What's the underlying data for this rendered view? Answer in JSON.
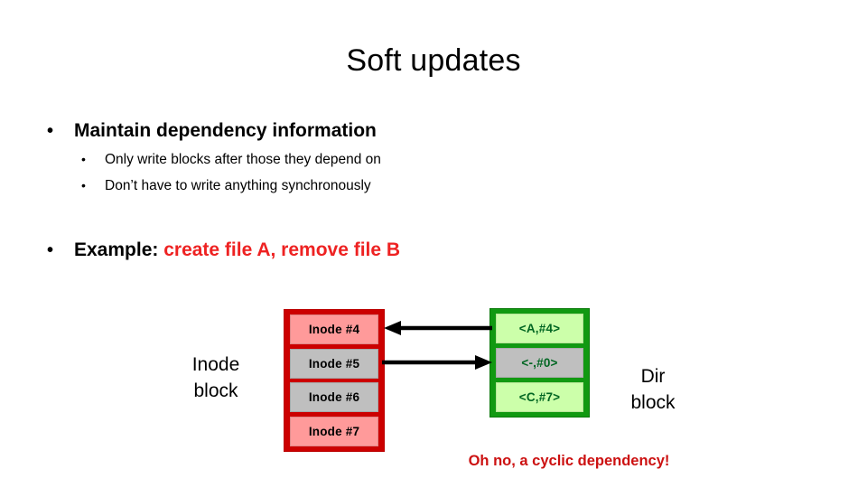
{
  "slide": {
    "title": "Soft updates"
  },
  "bullets": {
    "level1_main": {
      "marker": "•",
      "text": "Maintain dependency information"
    },
    "level2": [
      {
        "marker": "•",
        "text": "Only write blocks after those they depend on"
      },
      {
        "marker": "•",
        "text": "Don’t have to write anything synchronously"
      }
    ],
    "example": {
      "marker": "•",
      "label": "Example:",
      "highlight": "create file A, remove file B"
    }
  },
  "diagram": {
    "inode_block": {
      "label_line1": "Inode",
      "label_line2": "block",
      "cells": [
        {
          "text": "Inode #4",
          "fill": "pink"
        },
        {
          "text": "Inode #5",
          "fill": "gray"
        },
        {
          "text": "Inode #6",
          "fill": "gray"
        },
        {
          "text": "Inode #7",
          "fill": "pink"
        }
      ]
    },
    "dir_block": {
      "label_line1": "Dir",
      "label_line2": "block",
      "cells": [
        {
          "text": "<A,#4>",
          "fill": "light-green"
        },
        {
          "text": "<-,#0>",
          "fill": "gray"
        },
        {
          "text": "<C,#7>",
          "fill": "light-green"
        }
      ]
    },
    "arrows": [
      {
        "name": "arrow-dir-to-inode4",
        "direction": "left",
        "from": "<A,#4>",
        "to": "Inode #4"
      },
      {
        "name": "arrow-inode5-to-dir",
        "direction": "right",
        "from": "Inode #5",
        "to": "<-,#0>"
      }
    ],
    "warning": "Oh no, a cyclic dependency!"
  },
  "colors": {
    "red_border": "#cc0000",
    "pink_fill": "#ff9a9a",
    "gray_fill": "#bfbfbf",
    "green_border": "#119911",
    "light_green_fill": "#ccffaa",
    "green_text": "#006622",
    "accent_red": "#ee2222",
    "warning_red": "#cc1111"
  }
}
